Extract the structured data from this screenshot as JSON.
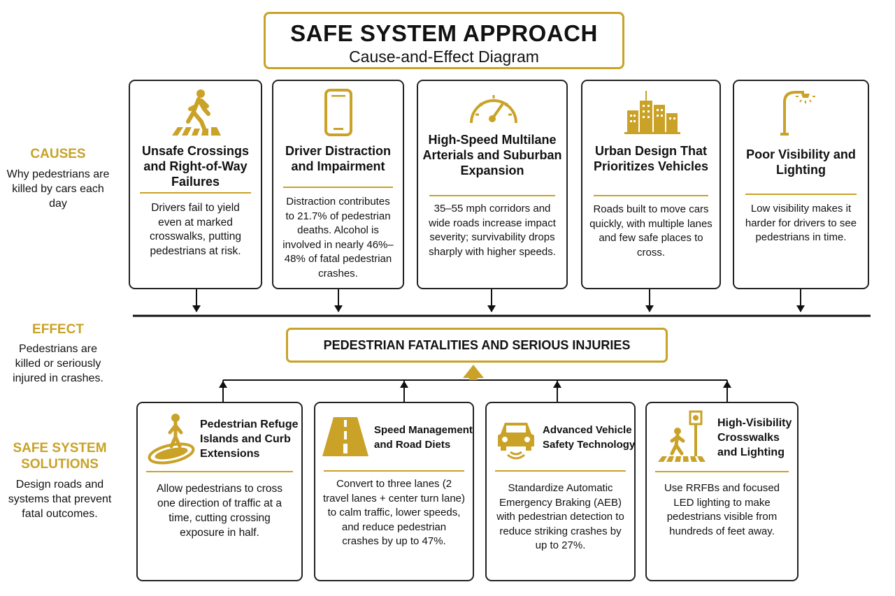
{
  "header": {
    "title": "SAFE SYSTEM APPROACH",
    "subtitle": "Cause-and-Effect Diagram"
  },
  "side": {
    "causes_heading": "CAUSES",
    "causes_text": "Why pedestrians are killed by cars each day",
    "effect_heading": "EFFECT",
    "effect_text": "Pedestrians are killed or seriously injured in crashes.",
    "solutions_heading": "SAFE SYSTEM SOLUTIONS",
    "solutions_text": "Design roads and systems that prevent fatal outcomes."
  },
  "causes": [
    {
      "icon": "pedestrian-crossing-icon",
      "title": "Unsafe Crossings and Right-of-Way Failures",
      "body": "Drivers fail to yield even at marked crosswalks, putting pedestrians at risk."
    },
    {
      "icon": "smartphone-icon",
      "title": "Driver Distraction and Impairment",
      "body": "Distraction contributes to 21.7% of pedestrian deaths. Alcohol is involved in nearly 46%–48% of fatal pedestrian crashes."
    },
    {
      "icon": "speedometer-icon",
      "title": "High-Speed Multilane Arterials and Suburban Expansion",
      "body": "35–55 mph corridors and wide roads increase impact severity; survivability drops sharply with higher speeds."
    },
    {
      "icon": "city-buildings-icon",
      "title": "Urban Design That Prioritizes Vehicles",
      "body": "Roads built to move cars quickly, with multiple lanes and few safe places to cross."
    },
    {
      "icon": "street-light-icon",
      "title": "Poor Visibility and Lighting",
      "body": "Low visibility makes it harder for drivers to see pedestrians in time."
    }
  ],
  "effect": {
    "label": "PEDESTRIAN FATALITIES AND SERIOUS INJURIES"
  },
  "solutions": [
    {
      "icon": "refuge-island-icon",
      "title": "Pedestrian Refuge Islands and Curb Extensions",
      "body": "Allow pedestrians to cross one direction of traffic at a time, cutting crossing exposure in half."
    },
    {
      "icon": "road-icon",
      "title": "Speed Management and Road Diets",
      "body": "Convert to three lanes (2 travel lanes + center turn lane) to calm traffic, lower speeds, and reduce pedestrian crashes by up to 47%."
    },
    {
      "icon": "car-sensor-icon",
      "title": "Advanced Vehicle Safety Technology",
      "body": "Standardize Automatic Emergency Braking (AEB) with pedestrian detection to reduce striking crashes by up to 27%."
    },
    {
      "icon": "crosswalk-signal-icon",
      "title": "High-Visibility Crosswalks and Lighting",
      "body": "Use RRFBs and focused LED lighting to make pedestrians visible from hundreds of feet away."
    }
  ],
  "colors": {
    "accent": "#c9a227",
    "line": "#111111"
  }
}
